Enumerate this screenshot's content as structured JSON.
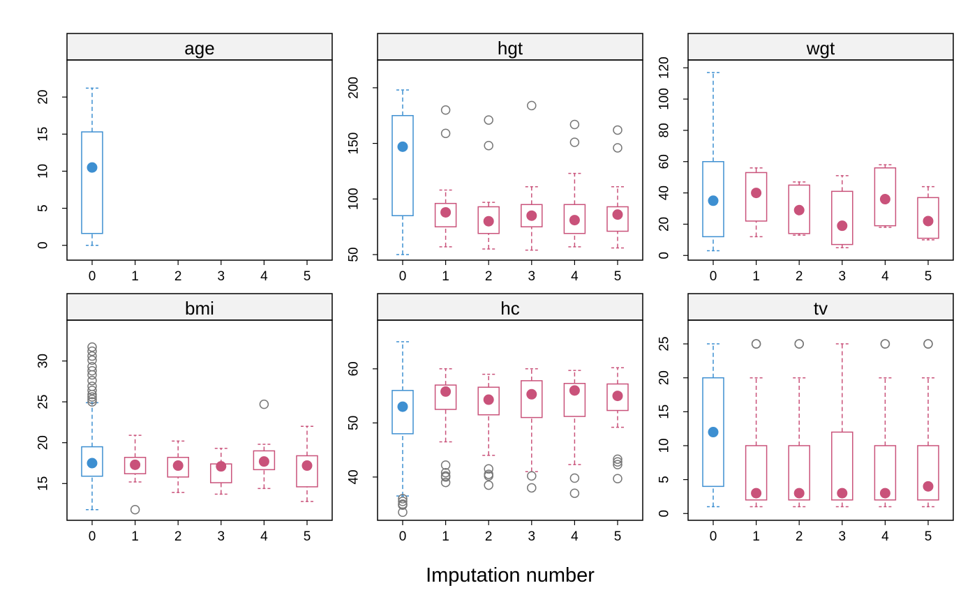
{
  "chart_data": {
    "type": "box",
    "xlabel": "Imputation number",
    "colors": {
      "observed": "#3d8fd1",
      "imputed": "#c9527a",
      "outlier": "#777777",
      "strip": "#f2f2f2"
    },
    "x_ticks": [
      "0",
      "1",
      "2",
      "3",
      "4",
      "5"
    ],
    "panels": [
      {
        "name": "age",
        "ylim": [
          -2,
          25
        ],
        "yticks": [
          0,
          5,
          10,
          15,
          20
        ],
        "boxes": [
          {
            "x": "0",
            "low": 0,
            "q1": 1.6,
            "median": 10.5,
            "q3": 15.3,
            "high": 21.2,
            "outliers": []
          }
        ]
      },
      {
        "name": "hgt",
        "ylim": [
          45,
          225
        ],
        "yticks": [
          50,
          100,
          150,
          200
        ],
        "boxes": [
          {
            "x": "0",
            "low": 50,
            "q1": 85,
            "median": 147,
            "q3": 175,
            "high": 198,
            "outliers": []
          },
          {
            "x": "1",
            "low": 57,
            "q1": 75,
            "median": 88,
            "q3": 96,
            "high": 108,
            "outliers": [
              159,
              180
            ]
          },
          {
            "x": "2",
            "low": 55,
            "q1": 69,
            "median": 80,
            "q3": 93,
            "high": 97,
            "outliers": [
              148,
              171
            ]
          },
          {
            "x": "3",
            "low": 54,
            "q1": 75,
            "median": 85,
            "q3": 95,
            "high": 111,
            "outliers": [
              184
            ]
          },
          {
            "x": "4",
            "low": 57,
            "q1": 69,
            "median": 81,
            "q3": 95,
            "high": 123,
            "outliers": [
              151,
              167
            ]
          },
          {
            "x": "5",
            "low": 56,
            "q1": 71,
            "median": 86,
            "q3": 93,
            "high": 111,
            "outliers": [
              146,
              162
            ]
          }
        ]
      },
      {
        "name": "wgt",
        "ylim": [
          -3,
          125
        ],
        "yticks": [
          0,
          20,
          40,
          60,
          80,
          100,
          120
        ],
        "boxes": [
          {
            "x": "0",
            "low": 3,
            "q1": 12,
            "median": 35,
            "q3": 60,
            "high": 117,
            "outliers": []
          },
          {
            "x": "1",
            "low": 12,
            "q1": 22,
            "median": 40,
            "q3": 53,
            "high": 56,
            "outliers": []
          },
          {
            "x": "2",
            "low": 13,
            "q1": 14,
            "median": 29,
            "q3": 45,
            "high": 47,
            "outliers": []
          },
          {
            "x": "3",
            "low": 5,
            "q1": 7,
            "median": 19,
            "q3": 41,
            "high": 51,
            "outliers": []
          },
          {
            "x": "4",
            "low": 18,
            "q1": 19,
            "median": 36,
            "q3": 56,
            "high": 58,
            "outliers": []
          },
          {
            "x": "5",
            "low": 10,
            "q1": 11,
            "median": 22,
            "q3": 37,
            "high": 44,
            "outliers": []
          }
        ]
      },
      {
        "name": "bmi",
        "ylim": [
          10.5,
          35
        ],
        "yticks": [
          15,
          20,
          25,
          30
        ],
        "boxes": [
          {
            "x": "0",
            "low": 11.8,
            "q1": 15.9,
            "median": 17.5,
            "q3": 19.5,
            "high": 24.9,
            "outliers": [
              25,
              25.3,
              25.6,
              25.9,
              26.4,
              26.9,
              27.6,
              28.3,
              28.8,
              29.3,
              30.1,
              30.6,
              31.2,
              31.7
            ]
          },
          {
            "x": "1",
            "low": 15.2,
            "q1": 16.2,
            "median": 17.3,
            "q3": 18.2,
            "high": 20.9,
            "outliers": [
              11.8
            ]
          },
          {
            "x": "2",
            "low": 13.9,
            "q1": 15.8,
            "median": 17.2,
            "q3": 18.2,
            "high": 20.2,
            "outliers": []
          },
          {
            "x": "3",
            "low": 13.7,
            "q1": 15.1,
            "median": 17.1,
            "q3": 17.4,
            "high": 19.3,
            "outliers": []
          },
          {
            "x": "4",
            "low": 14.4,
            "q1": 16.7,
            "median": 17.7,
            "q3": 19,
            "high": 19.8,
            "outliers": [
              24.7
            ]
          },
          {
            "x": "5",
            "low": 12.8,
            "q1": 14.6,
            "median": 17.2,
            "q3": 18.4,
            "high": 22,
            "outliers": []
          }
        ]
      },
      {
        "name": "hc",
        "ylim": [
          32,
          69
        ],
        "yticks": [
          40,
          50,
          60
        ],
        "boxes": [
          {
            "x": "0",
            "low": 36.5,
            "q1": 48,
            "median": 53,
            "q3": 56,
            "high": 65,
            "outliers": [
              36,
              35.5,
              35,
              34.8,
              33.5
            ]
          },
          {
            "x": "1",
            "low": 46.5,
            "q1": 52.5,
            "median": 55.8,
            "q3": 57,
            "high": 60,
            "outliers": [
              42.2,
              40.8,
              40.2,
              40,
              39
            ]
          },
          {
            "x": "2",
            "low": 44,
            "q1": 51.5,
            "median": 54.3,
            "q3": 56.6,
            "high": 59,
            "outliers": [
              41.5,
              40.5,
              40.2,
              38.5
            ]
          },
          {
            "x": "3",
            "low": 41,
            "q1": 51,
            "median": 55.3,
            "q3": 57.8,
            "high": 60,
            "outliers": [
              40.2,
              38
            ]
          },
          {
            "x": "4",
            "low": 42.3,
            "q1": 51.2,
            "median": 56,
            "q3": 57.3,
            "high": 59.7,
            "outliers": [
              39.8,
              37
            ]
          },
          {
            "x": "5",
            "low": 49.2,
            "q1": 52.3,
            "median": 55,
            "q3": 57.2,
            "high": 60.2,
            "outliers": [
              43.3,
              42.8,
              42.3,
              39.7
            ]
          }
        ]
      },
      {
        "name": "tv",
        "ylim": [
          -1,
          28.5
        ],
        "yticks": [
          0,
          5,
          10,
          15,
          20,
          25
        ],
        "boxes": [
          {
            "x": "0",
            "low": 1,
            "q1": 4,
            "median": 12,
            "q3": 20,
            "high": 25,
            "outliers": []
          },
          {
            "x": "1",
            "low": 1,
            "q1": 2,
            "median": 3,
            "q3": 10,
            "high": 20,
            "outliers": [
              25,
              25
            ]
          },
          {
            "x": "2",
            "low": 1,
            "q1": 2,
            "median": 3,
            "q3": 10,
            "high": 20,
            "outliers": [
              25,
              25
            ]
          },
          {
            "x": "3",
            "low": 1,
            "q1": 2,
            "median": 3,
            "q3": 12,
            "high": 25,
            "outliers": []
          },
          {
            "x": "4",
            "low": 1,
            "q1": 2,
            "median": 3,
            "q3": 10,
            "high": 20,
            "outliers": [
              25,
              25
            ]
          },
          {
            "x": "5",
            "low": 1,
            "q1": 2,
            "median": 4,
            "q3": 10,
            "high": 20,
            "outliers": [
              25,
              25
            ]
          }
        ]
      }
    ]
  }
}
